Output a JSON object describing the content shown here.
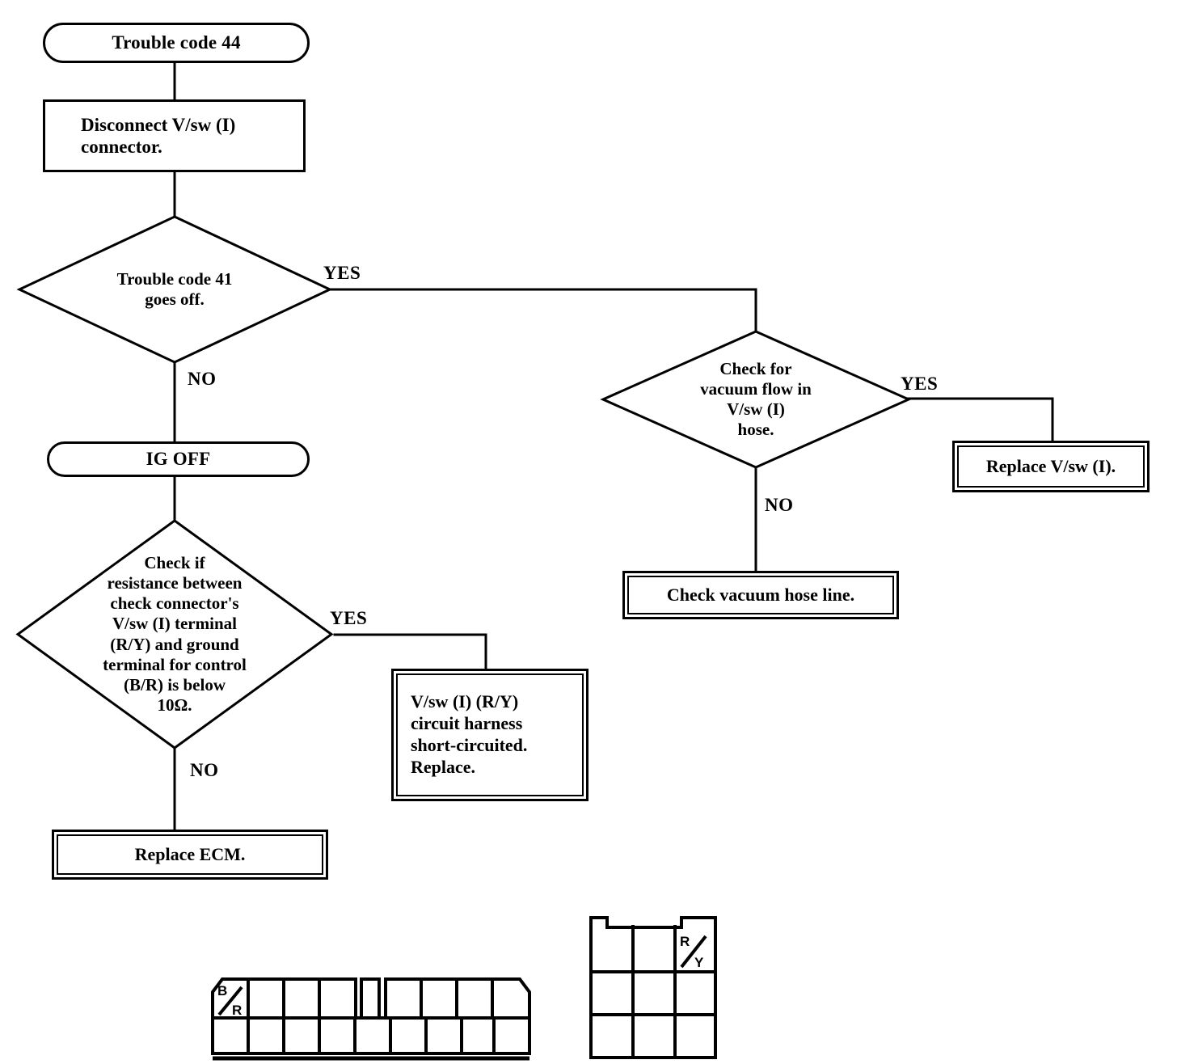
{
  "diagram": {
    "title": "Trouble code 44 diagnostic flowchart",
    "type": "flowchart",
    "line_color": "#000000",
    "background": "#ffffff"
  },
  "nodes": {
    "start": {
      "label": "Trouble code 44",
      "shape": "stadium"
    },
    "disconnect": {
      "label": "Disconnect V/sw (I)\nconnector.",
      "shape": "process"
    },
    "code41": {
      "label": "Trouble code 41\ngoes off.",
      "shape": "decision"
    },
    "ig_off": {
      "label": "IG OFF",
      "shape": "stadium"
    },
    "resistance": {
      "label": "Check if\nresistance between\ncheck connector's\nV/sw (I) terminal\n(R/Y) and ground\nterminal for control\n(B/R) is below\n10Ω.",
      "shape": "decision"
    },
    "vacuum": {
      "label": "Check for\nvacuum flow in\nV/sw (I)\nhose.",
      "shape": "decision"
    },
    "replace_vsw": {
      "label": "Replace V/sw (I).",
      "shape": "result"
    },
    "check_hose": {
      "label": "Check vacuum hose line.",
      "shape": "result"
    },
    "short_circuit": {
      "label": "V/sw (I) (R/Y)\ncircuit harness\nshort-circuited.\nReplace.",
      "shape": "result"
    },
    "replace_ecm": {
      "label": "Replace ECM.",
      "shape": "result"
    }
  },
  "edge_labels": {
    "code41_yes": "YES",
    "code41_no": "NO",
    "vacuum_yes": "YES",
    "vacuum_no": "NO",
    "resistance_yes": "YES",
    "resistance_no": "NO"
  },
  "connectors": {
    "check_connector": {
      "name": "check-connector-pinout",
      "rows": 2,
      "top_cells": 9,
      "bottom_cells": 9,
      "labeled_pin": "B/R",
      "labeled_pin_position": "top-left"
    },
    "vsw_connector": {
      "name": "vsw-connector-pinout",
      "rows": 3,
      "cols": 3,
      "labeled_pin": "R/Y",
      "labeled_pin_position": "top-right"
    }
  }
}
